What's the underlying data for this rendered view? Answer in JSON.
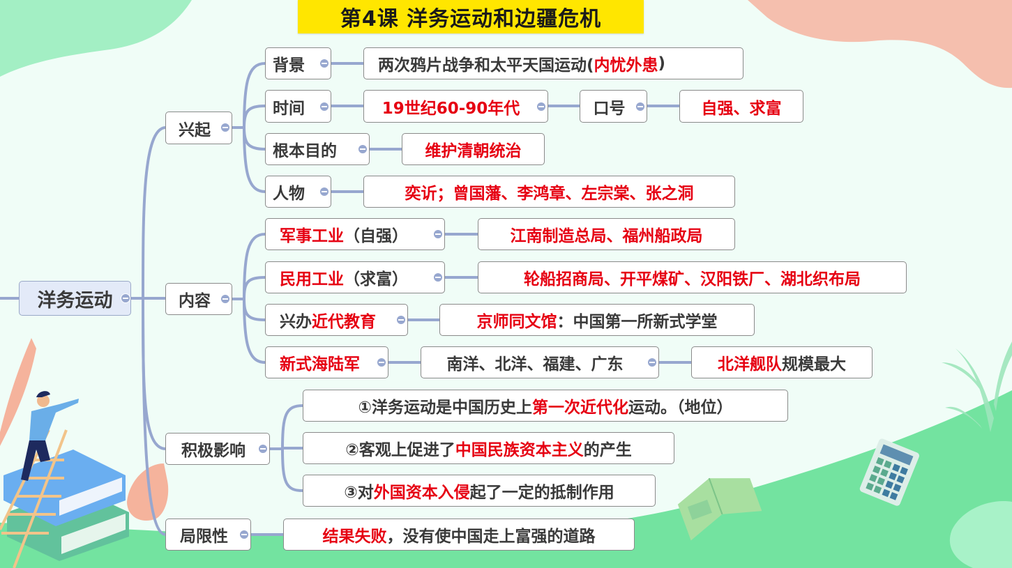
{
  "title": "第4课  洋务运动和边疆危机",
  "colors": {
    "title_bg": "#FFE600",
    "highlight": "#E60012",
    "text": "#3a3a3a",
    "connector": "#97A7CF",
    "root_bg": "#E3EAF8",
    "background": "#F0FDF7",
    "green_band": "#73E3A0",
    "peach_blob": "#F5BFAE"
  },
  "root": {
    "label": "洋务运动"
  },
  "branches": {
    "rise": {
      "label": "兴起",
      "background": {
        "label": "背景",
        "detail_plain": "两次鸦片战争和太平天国运动(",
        "detail_red": "内忧外患",
        "detail_end": ")"
      },
      "time": {
        "label": "时间",
        "detail": "19世纪60-90年代",
        "slogan_label": "口号",
        "slogan": "自强、求富"
      },
      "purpose": {
        "label": "根本目的",
        "detail": "维护清朝统治"
      },
      "people": {
        "label": "人物",
        "detail": "奕䜣；曾国藩、李鸿章、左宗棠、张之洞"
      }
    },
    "content": {
      "label": "内容",
      "military": {
        "label_red": "军事工业",
        "label_plain": "（自强）",
        "detail": "江南制造总局、福州船政局"
      },
      "civil": {
        "label_red": "民用工业",
        "label_plain": "（求富）",
        "detail": "轮船招商局、开平煤矿、汉阳铁厂、湖北织布局"
      },
      "education": {
        "label_plain": "兴办",
        "label_red": "近代教育",
        "detail_red": "京师同文馆",
        "detail_plain": "：中国第一所新式学堂"
      },
      "army": {
        "label": "新式海陆军",
        "fleets": "南洋、北洋、福建、广东",
        "detail_red": "北洋舰队",
        "detail_plain": "规模最大"
      }
    },
    "impact": {
      "label": "积极影响",
      "items": [
        {
          "prefix": "①洋务运动是中国历史上",
          "red": "第一次近代化",
          "suffix": "运动。（地位）"
        },
        {
          "prefix": "②客观上促进了",
          "red": "中国民族资本主义",
          "suffix": "的产生"
        },
        {
          "prefix": "③对",
          "red": "外国资本入侵",
          "suffix": "起了一定的抵制作用"
        }
      ]
    },
    "limitation": {
      "label": "局限性",
      "detail_red": "结果失败",
      "detail_plain": "，没有使中国走上富强的道路"
    }
  }
}
